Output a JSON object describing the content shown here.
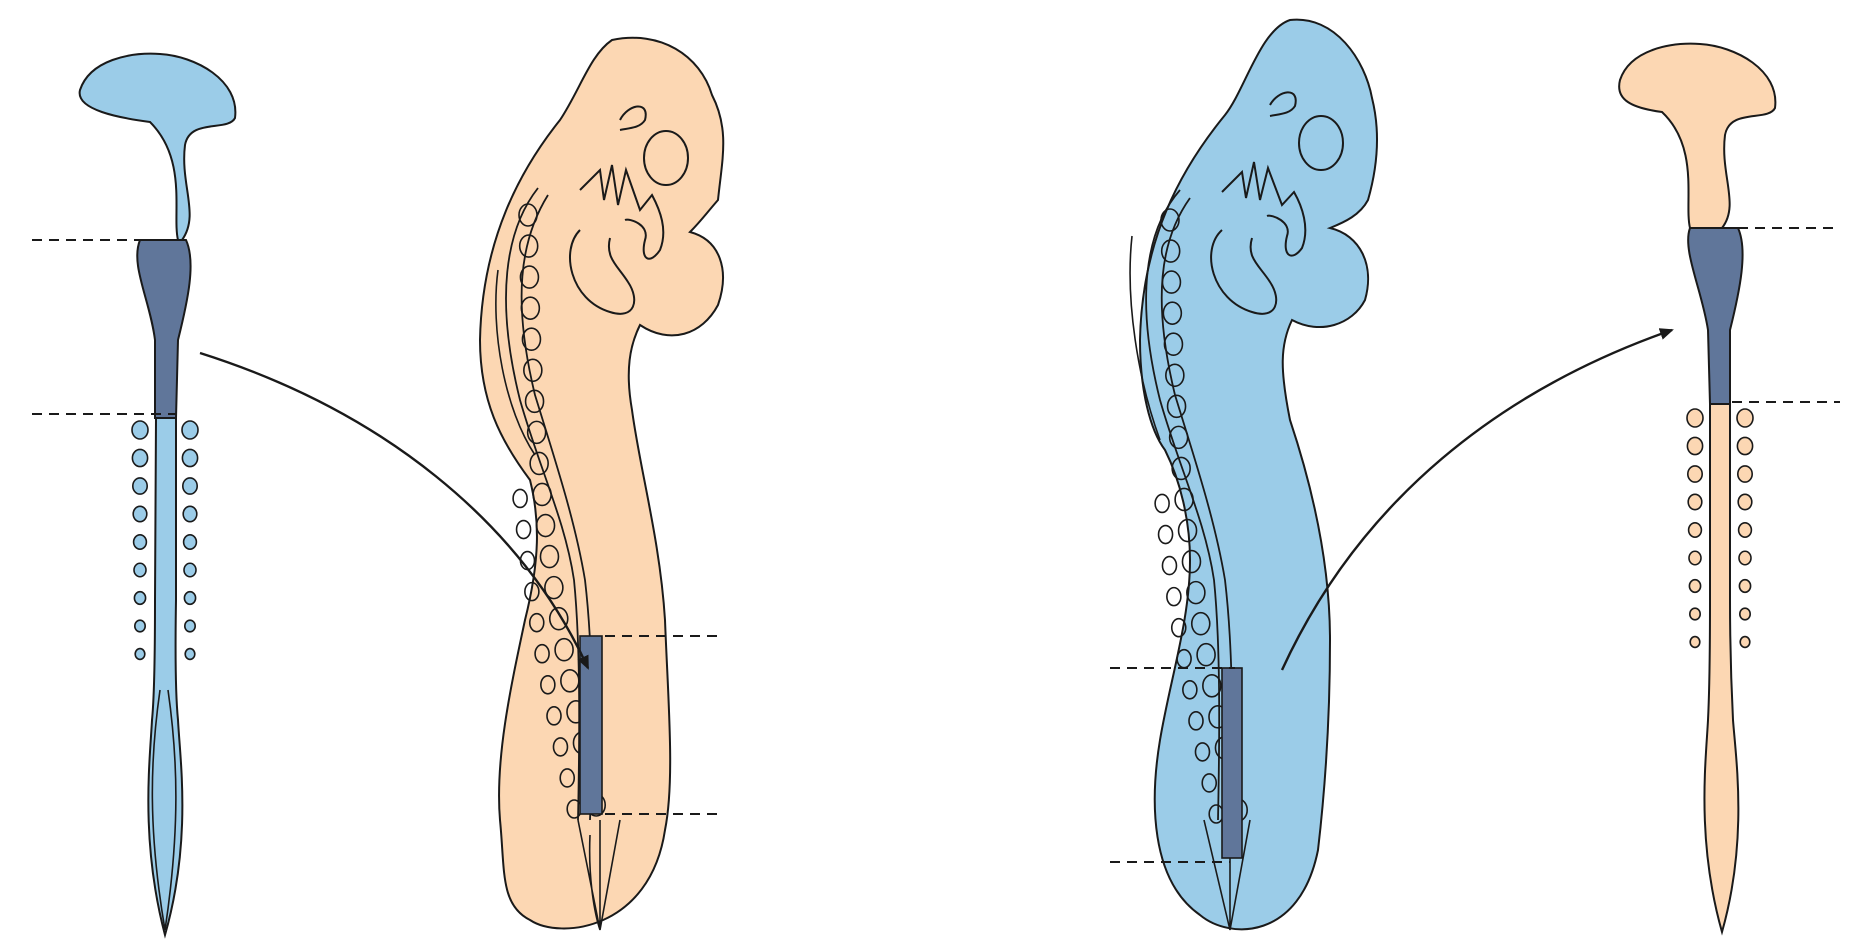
{
  "colors": {
    "blue_tissue": "#9bcce8",
    "peach_tissue": "#fcd7b3",
    "grafted_segment": "#60769a",
    "outline": "#1a1a1a",
    "background": "#ffffff"
  },
  "panels": [
    {
      "name": "left-donor-neural-tube",
      "tissue": "blue"
    },
    {
      "name": "left-host-embryo",
      "tissue": "peach"
    },
    {
      "name": "right-donor-embryo",
      "tissue": "blue"
    },
    {
      "name": "right-host-neural-tube",
      "tissue": "peach"
    }
  ],
  "arrows": [
    {
      "name": "graft-arrow-left",
      "direction": "donor-to-host"
    },
    {
      "name": "graft-arrow-right",
      "direction": "host-to-donor"
    }
  ]
}
